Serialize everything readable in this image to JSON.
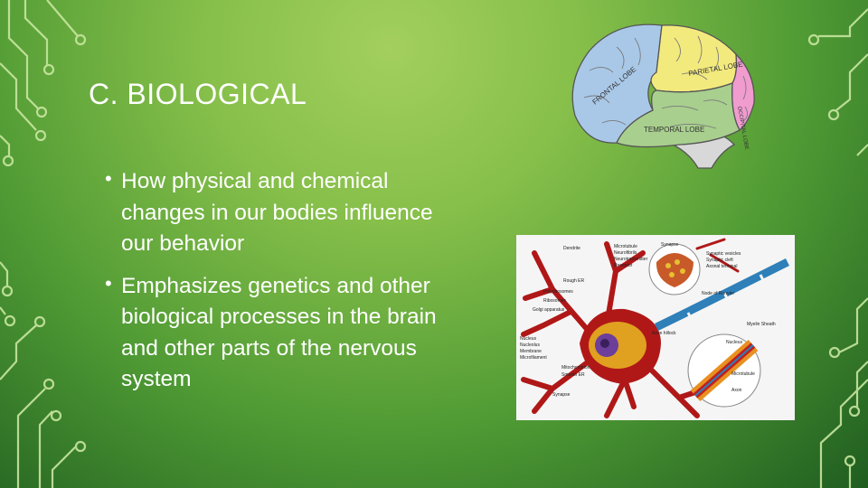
{
  "slide": {
    "title": "C. BIOLOGICAL",
    "bullets": [
      "How physical and chemical changes in our bodies influence our behavior",
      "Emphasizes genetics and other biological processes in the brain and other parts of the nervous system"
    ]
  },
  "brain_image": {
    "icon": "brain-lobes-illustration",
    "lobe_labels": [
      "PARIETAL LOBE",
      "FRONTAL LOBE",
      "TEMPORAL LOBE",
      "OCCIPITAL LOBE"
    ],
    "colors": {
      "frontal": "#a9c8e8",
      "parietal": "#f3ea7e",
      "temporal": "#a8cf8e",
      "occipital": "#f09ccf",
      "cerebellum": "#d8d8d8"
    }
  },
  "neuron_image": {
    "icon": "neuron-diagram-illustration",
    "labels": [
      "Dendrite",
      "Microtubule",
      "Neurofibrils",
      "Neurotransmitter",
      "Receptor",
      "Synapse",
      "Synaptic vesicles",
      "Synaptic cleft",
      "Axonal terminal",
      "Node of Ranvier",
      "Rough ER",
      "Polyribosomes",
      "Ribosomes",
      "Golgi apparatus",
      "Nucleus",
      "Nucleolus",
      "Membrane",
      "Microfilament",
      "Axon hillock",
      "Myelin Sheath",
      "Nucleus",
      "Microtubule",
      "Axon",
      "Mitochondrion",
      "Smooth ER",
      "Synapse"
    ],
    "colors": {
      "dendrite": "#b01818",
      "axon": "#2f7fb8",
      "nucleus": "#6b3f9a"
    }
  },
  "colors": {
    "background": "#86bf4a",
    "circuit": "#c8e6a0",
    "text": "#ffffff"
  }
}
